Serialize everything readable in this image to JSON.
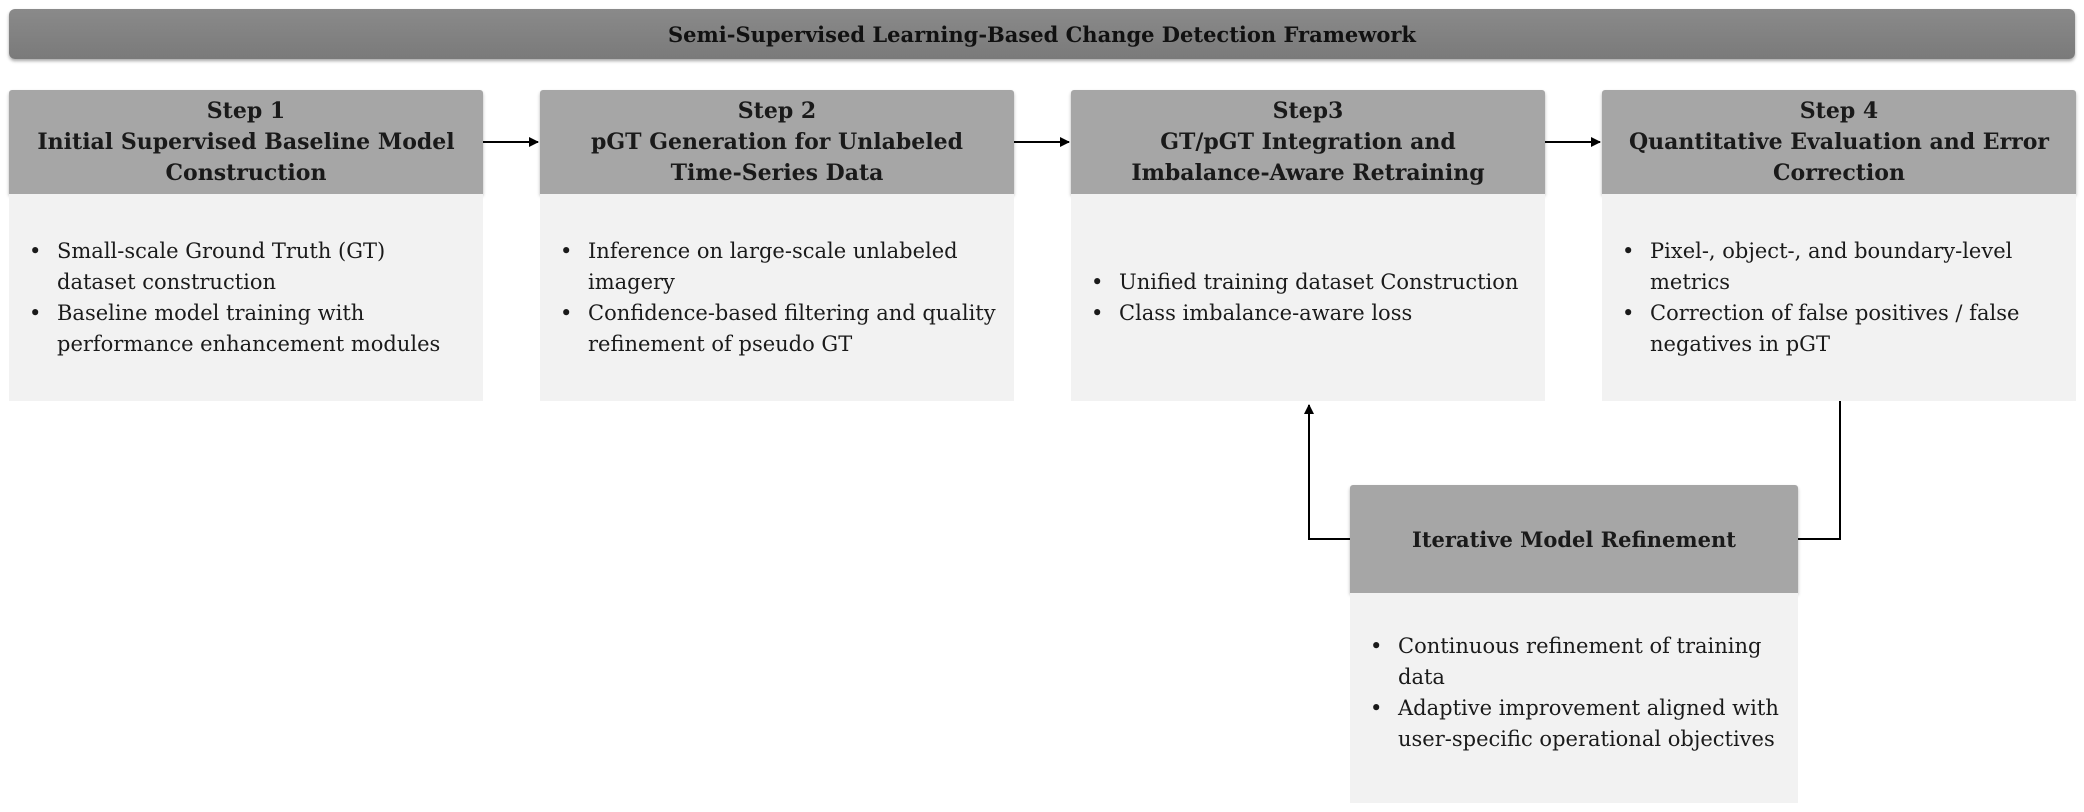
{
  "title": "Semi-Supervised Learning-Based Change Detection Framework",
  "steps": [
    {
      "label": "Step 1",
      "heading_lines": [
        "Initial Supervised Baseline Model",
        "Construction"
      ],
      "bullets": [
        "Small-scale Ground Truth (GT) dataset construction",
        "Baseline model training with performance enhancement modules"
      ]
    },
    {
      "label": "Step 2",
      "heading_lines": [
        "pGT Generation for Unlabeled",
        "Time-Series Data"
      ],
      "bullets": [
        "Inference on large-scale unlabeled imagery",
        "Confidence-based filtering and quality refinement of pseudo GT"
      ]
    },
    {
      "label": "Step3",
      "heading_lines": [
        "GT/pGT Integration and",
        "Imbalance-Aware Retraining"
      ],
      "bullets": [
        "Unified training dataset  Construction",
        "Class imbalance-aware loss"
      ]
    },
    {
      "label": "Step 4",
      "heading_lines": [
        "Quantitative Evaluation and Error",
        "Correction"
      ],
      "bullets": [
        "Pixel-, object-, and boundary-level metrics",
        "Correction of false positives / false negatives in pGT"
      ]
    }
  ],
  "refinement": {
    "title": "Iterative Model Refinement",
    "bullets": [
      "Continuous refinement of training data",
      "Adaptive improvement aligned with user-specific operational objectives"
    ]
  },
  "colors": {
    "title_bar": "#808080",
    "step_header": "#a6a6a6",
    "step_body": "#f2f2f2",
    "arrow": "#000000"
  }
}
